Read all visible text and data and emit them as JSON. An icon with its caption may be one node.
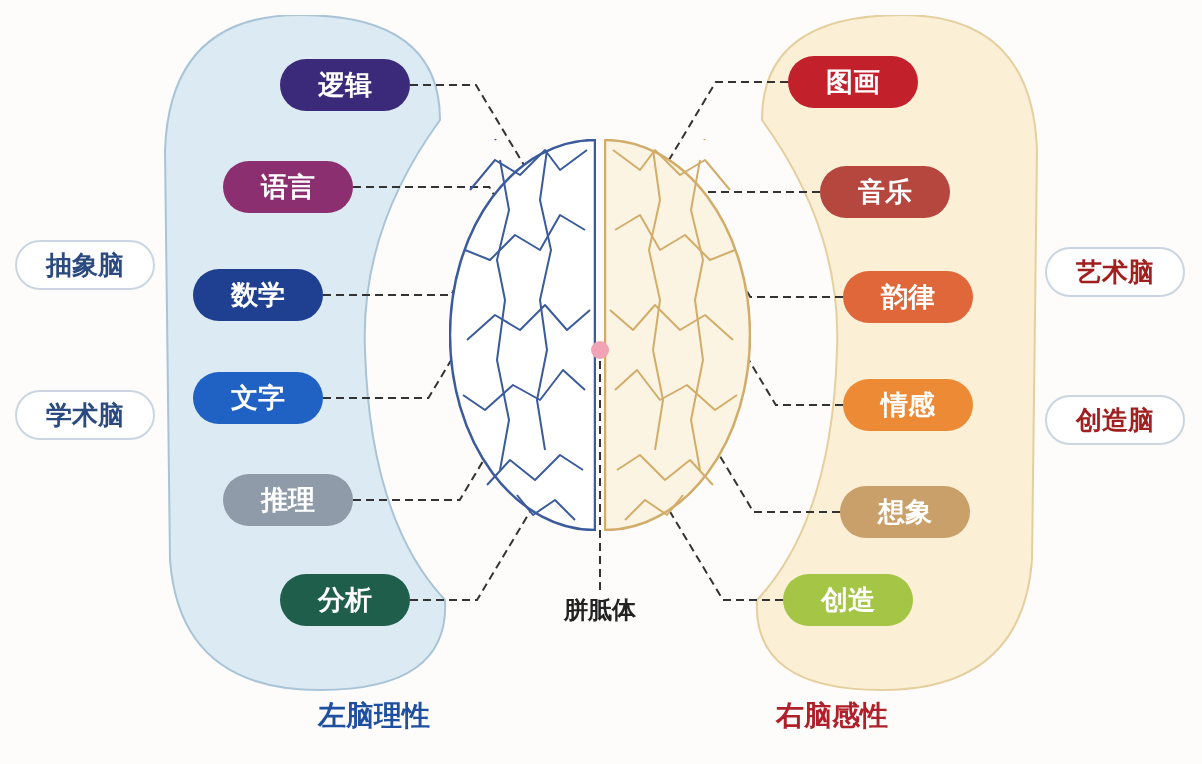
{
  "diagram": {
    "nodes": [
      {
        "text": [
          "左脑理性"
        ]
      },
      {
        "text": [
          "右脑感性"
        ]
      },
      {
        "text": [
          "逻辑"
        ],
        "in": 0
      },
      {
        "text": [
          "语言"
        ],
        "in": 0
      },
      {
        "text": [
          "数学"
        ],
        "in": 0
      },
      {
        "text": [
          "文字"
        ],
        "in": 0
      },
      {
        "text": [
          "推理"
        ],
        "in": 0
      },
      {
        "text": [
          "分析"
        ],
        "in": 0
      },
      {
        "text": [
          "图画"
        ],
        "in": 1
      },
      {
        "text": [
          "音乐"
        ],
        "in": 1
      },
      {
        "text": [
          "韵律"
        ],
        "in": 1
      },
      {
        "text": [
          "情感"
        ],
        "in": 1
      },
      {
        "text": [
          "想象"
        ],
        "in": 1
      },
      {
        "text": [
          "创造"
        ],
        "in": 1
      },
      {
        "text": [
          "抽象脑"
        ]
      },
      {
        "text": [
          "学术脑"
        ]
      },
      {
        "text": [
          "艺术脑"
        ]
      },
      {
        "text": [
          "创造脑"
        ]
      },
      {
        "text": [],
        "shape": "picture"
      },
      {
        "text": [],
        "shape": "picture"
      },
      {
        "text": [
          "胼胝体"
        ]
      },
      {
        "text": [],
        "shape": "circle"
      }
    ],
    "edges": [
      {
        "from": 2,
        "to": 18,
        "arrow": "none",
        "style": "dashed"
      },
      {
        "from": 3,
        "to": 18,
        "arrow": "none",
        "style": "dashed"
      },
      {
        "from": 4,
        "to": 18,
        "arrow": "none",
        "style": "dashed"
      },
      {
        "from": 5,
        "to": 18,
        "arrow": "none",
        "style": "dashed"
      },
      {
        "from": 6,
        "to": 18,
        "arrow": "none",
        "style": "dashed"
      },
      {
        "from": 7,
        "to": 18,
        "arrow": "none",
        "style": "dashed"
      },
      {
        "from": 8,
        "to": 19,
        "arrow": "none",
        "style": "dashed"
      },
      {
        "from": 9,
        "to": 19,
        "arrow": "none",
        "style": "dashed"
      },
      {
        "from": 10,
        "to": 19,
        "arrow": "none",
        "style": "dashed"
      },
      {
        "from": 11,
        "to": 19,
        "arrow": "none",
        "style": "dashed"
      },
      {
        "from": 12,
        "to": 19,
        "arrow": "none",
        "style": "dashed"
      },
      {
        "from": 13,
        "to": 19,
        "arrow": "none",
        "style": "dashed"
      },
      {
        "from": 20,
        "to": 21,
        "arrow": "none",
        "style": "dashed"
      }
    ]
  }
}
